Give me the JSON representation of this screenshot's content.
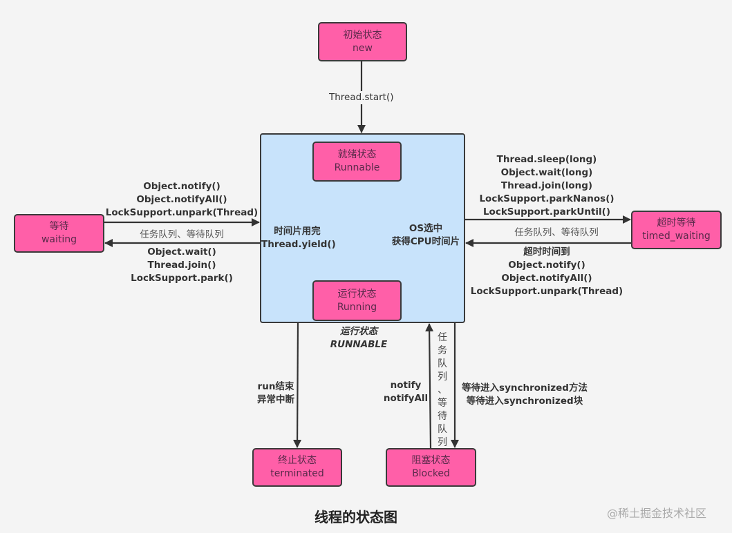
{
  "states": {
    "new": {
      "cn": "初始状态",
      "en": "new"
    },
    "runnable": {
      "cn": "就绪状态",
      "en": "Runnable"
    },
    "running": {
      "cn": "运行状态",
      "en": "Running"
    },
    "waiting": {
      "cn": "等待",
      "en": "waiting"
    },
    "timed_waiting": {
      "cn": "超时等待",
      "en": "timed_waiting"
    },
    "terminated": {
      "cn": "终止状态",
      "en": "terminated"
    },
    "blocked": {
      "cn": "阻塞状态",
      "en": "Blocked"
    }
  },
  "group": {
    "cn": "运行状态",
    "en": "RUNNABLE"
  },
  "edges": {
    "start": "Thread.start()",
    "yield": [
      "时间片用完",
      "Thread.yield()"
    ],
    "os_select": [
      "OS选中",
      "获得CPU时间片"
    ],
    "to_runnable_from_waiting": [
      "Object.notify()",
      "Object.notifyAll()",
      "LockSupport.unpark(Thread)"
    ],
    "queue_left": "任务队列、等待队列",
    "to_waiting": [
      "Object.wait()",
      "Thread.join()",
      "LockSupport.park()"
    ],
    "to_timed_waiting": [
      "Thread.sleep(long)",
      "Object.wait(long)",
      "Thread.join(long)",
      "LockSupport.parkNanos()",
      "LockSupport.parkUntil()"
    ],
    "queue_right": "任务队列、等待队列",
    "from_timed_waiting": [
      "超时时间到",
      "Object.notify()",
      "Object.notifyAll()",
      "LockSupport.unpark(Thread)"
    ],
    "run_end": [
      "run结束",
      "异常中断"
    ],
    "notify": [
      "notify",
      "notifyAll"
    ],
    "queue_vertical": "任务队列、等待队列",
    "to_blocked": [
      "等待进入synchronized方法",
      "等待进入synchronized块"
    ]
  },
  "title": "线程的状态图",
  "watermark": "@稀土掘金技术社区",
  "colors": {
    "state_fill": "#ff5fa8",
    "group_fill": "#c8e3fb",
    "line": "#3a3a3a",
    "background": "#f4f4f4"
  }
}
